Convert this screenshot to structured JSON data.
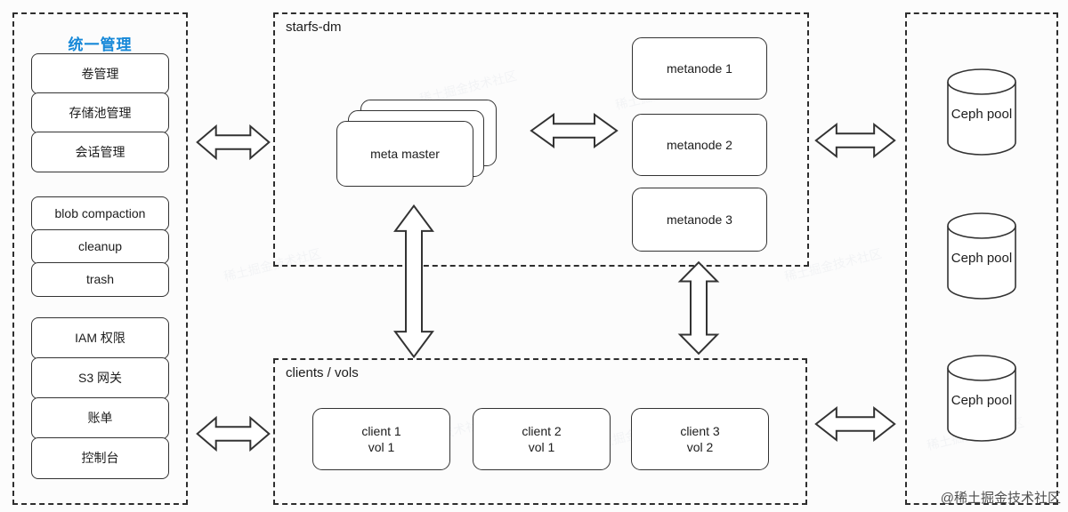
{
  "page": {
    "background": "#fcfcfc"
  },
  "left_panel": {
    "title": "统一管理",
    "title_color": "#1688d8",
    "groups": [
      {
        "items": [
          "卷管理",
          "存储池管理",
          "会话管理"
        ]
      },
      {
        "items": [
          "blob compaction",
          "cleanup",
          "trash"
        ]
      },
      {
        "items": [
          "IAM 权限",
          "S3 网关",
          "账单",
          "控制台"
        ]
      }
    ]
  },
  "starfs_panel": {
    "label": "starfs-dm",
    "meta_master": "meta master",
    "metanodes": [
      "metanode 1",
      "metanode 2",
      "metanode 3"
    ]
  },
  "clients_panel": {
    "label": "clients / vols",
    "clients": [
      {
        "line1": "client 1",
        "line2": "vol 1"
      },
      {
        "line1": "client 2",
        "line2": "vol 1"
      },
      {
        "line1": "client 3",
        "line2": "vol 2"
      }
    ]
  },
  "ceph_panel": {
    "pools": [
      "Ceph pool",
      "Ceph pool",
      "Ceph pool"
    ]
  },
  "watermark": {
    "footer": "@稀土掘金技术社区",
    "tile": "稀土掘金技术社区"
  }
}
